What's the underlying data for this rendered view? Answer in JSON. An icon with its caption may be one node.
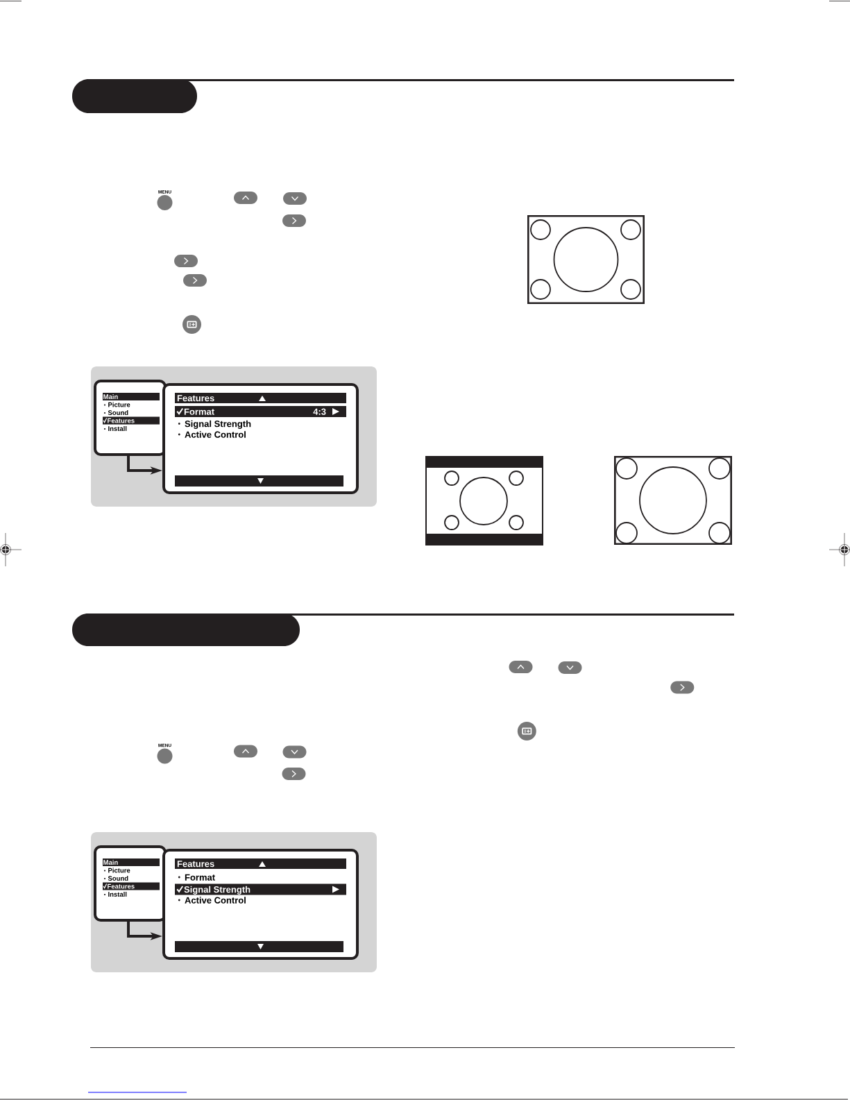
{
  "diagram": {
    "nodes": [
      {
        "text": [],
        "shape": "bar"
      },
      {
        "text": [
          "Main",
          "Picture",
          "Sound",
          "Features",
          "Install"
        ]
      },
      {
        "text": [
          "Features",
          "Format",
          "4:3",
          "Signal Strength",
          "Active Control"
        ]
      },
      {
        "text": [],
        "shape": "bar"
      },
      {
        "text": [
          "Main",
          "Picture",
          "Sound",
          "Features",
          "Install"
        ]
      },
      {
        "text": [
          "Features",
          "Format",
          "Signal Strength",
          "Active Control"
        ]
      }
    ],
    "edges": [
      {
        "from": 1,
        "to": 2,
        "arrow": "to"
      },
      {
        "from": 4,
        "to": 5,
        "arrow": "to"
      }
    ],
    "labels": [
      "MENU",
      "MENU"
    ]
  }
}
